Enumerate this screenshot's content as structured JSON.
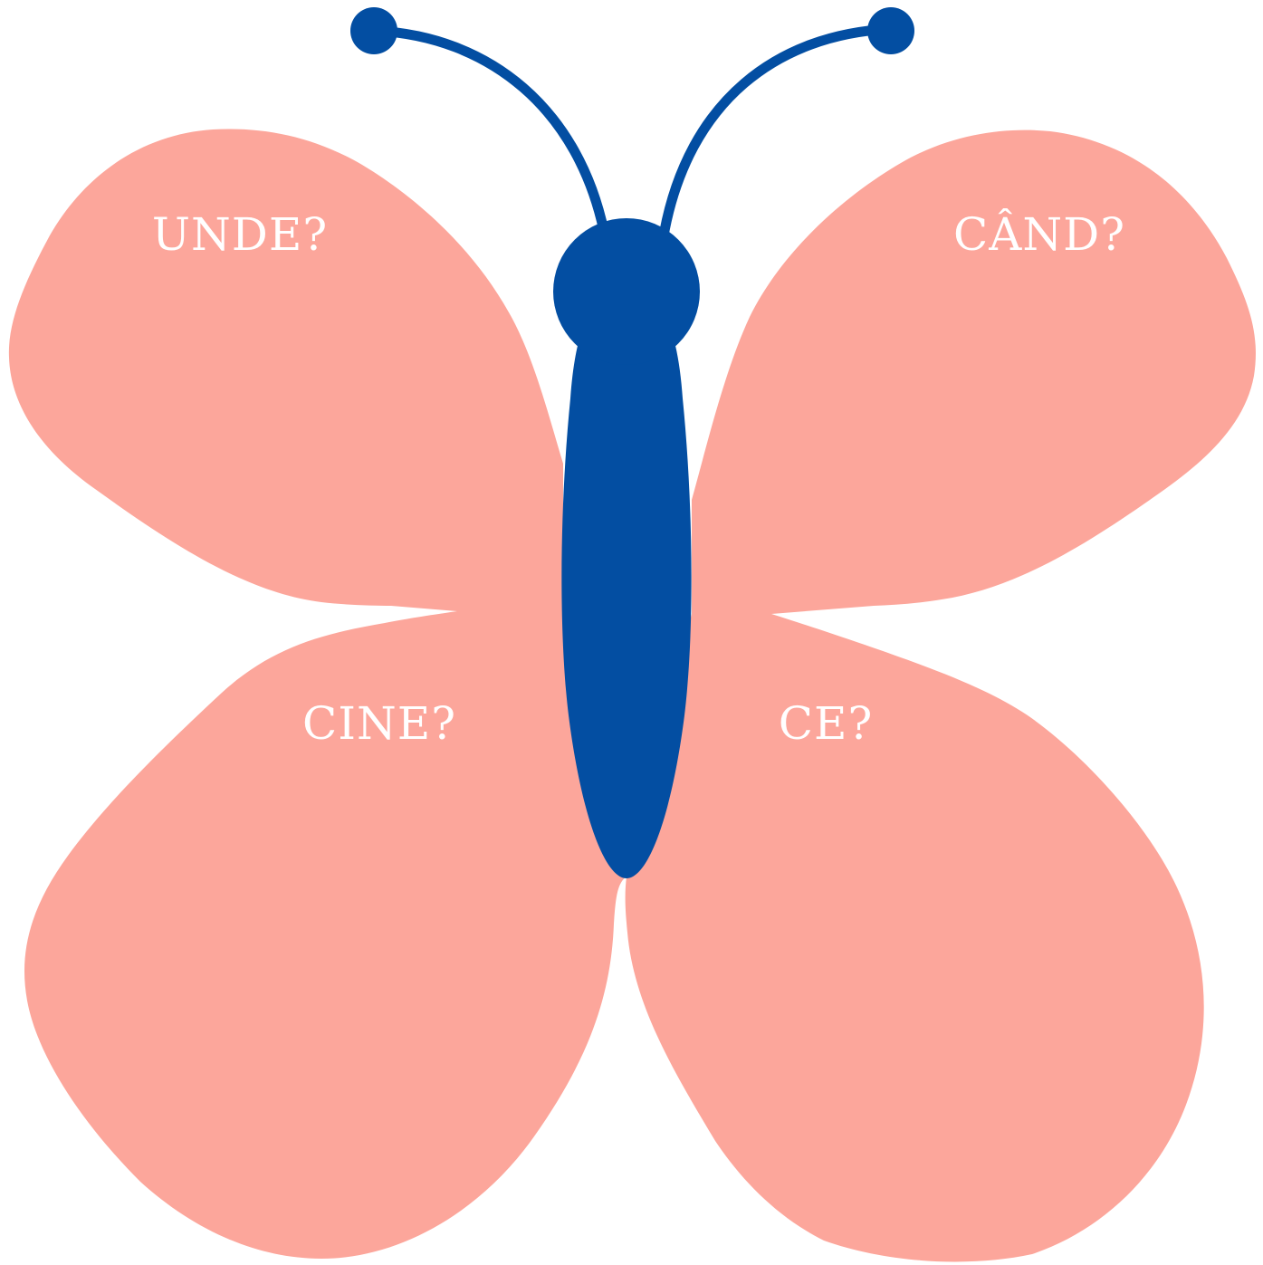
{
  "colors": {
    "wing": "#FCA69B",
    "body": "#034EA2",
    "label": "#FFFFFF",
    "background": "#FFFFFF"
  },
  "labels": {
    "top_left": "UNDE?",
    "top_right": "CÂND?",
    "bottom_left": "CINE?",
    "bottom_right": "CE?"
  }
}
